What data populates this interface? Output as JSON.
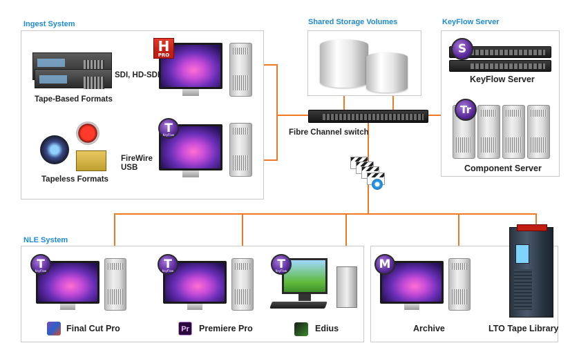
{
  "panels": {
    "ingest": {
      "title": "Ingest System"
    },
    "storage": {
      "title": "Shared Storage Volumes"
    },
    "keyflow": {
      "title": "KeyFlow Server"
    },
    "nle": {
      "title": "NLE System"
    }
  },
  "ingest": {
    "tape_label": "Tape-Based Formats",
    "tape_conn": "SDI, HD-SDI",
    "tapeless_label": "Tapeless Formats",
    "tapeless_conn_1": "FireWire",
    "tapeless_conn_2": "USB",
    "hpro_letter": "H",
    "hpro_sub": "PRO"
  },
  "switch_label": "Fibre Channel switch",
  "keyflow_server_label": "KeyFlow Server",
  "component_server_label": "Component Server",
  "badges": {
    "s": "S",
    "tr": "Tr",
    "t": "T",
    "m": "M",
    "keyflow_sub": "KeyFlow"
  },
  "nle": {
    "fcp": "Final Cut Pro",
    "premiere": "Premiere Pro",
    "premiere_logo": "Pr",
    "edius": "Edius",
    "archive": "Archive",
    "lto": "LTO Tape Library"
  },
  "colors": {
    "accent": "#1e8ad6",
    "connector": "#f07a24"
  }
}
